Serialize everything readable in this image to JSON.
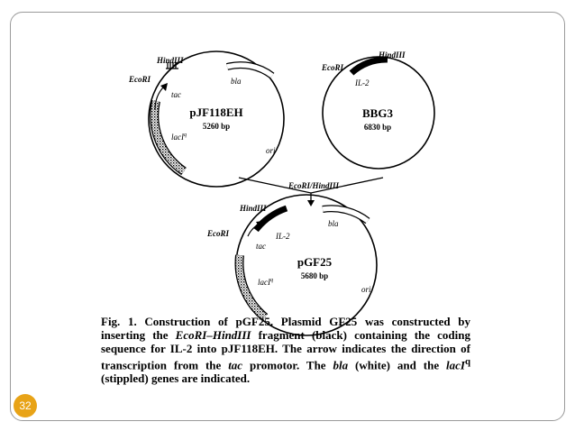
{
  "page_number": "32",
  "colors": {
    "badge": "#e8a317",
    "frame": "#9a9a9a"
  },
  "plasmid_1": {
    "name": "pJF118EH",
    "size": "5260 bp",
    "labels": {
      "hind": "HindIII",
      "eco": "EcoRI",
      "tac": "tac",
      "bla": "bla",
      "lac": "lacI",
      "lac_sup": "q",
      "ori": "ori"
    }
  },
  "plasmid_2": {
    "name": "BBG3",
    "size": "6830 bp",
    "labels": {
      "hind": "HindIII",
      "eco": "EcoRI",
      "il2": "IL-2"
    }
  },
  "plasmid_3": {
    "name": "pGF25",
    "size": "5680 bp",
    "labels": {
      "hind": "HindIII",
      "eco": "EcoRI",
      "il2": "IL-2",
      "tac": "tac",
      "bla": "bla",
      "lac": "lacI",
      "lac_sup": "q",
      "ori": "ori"
    }
  },
  "arrow_label": "EcoRI/HindIII",
  "caption": {
    "p1": "Fig. 1. Construction of pGF25. Plasmid GF25 was constructed by inserting the ",
    "p2": "EcoRI–HindIII",
    "p3": " fragment (black) containing the coding sequence for IL-2 into pJF118EH. The arrow indicates the direction of transcription from the ",
    "p4": "tac",
    "p5": " promotor. The ",
    "p6": "bla",
    "p7": " (white) and the ",
    "p8": "lacI",
    "p8_sup": "q",
    "p9": " (stippled) genes are indicated."
  }
}
